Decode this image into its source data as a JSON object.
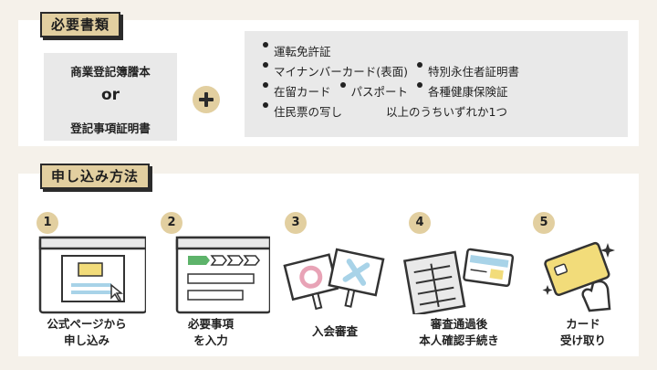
{
  "docs_section": {
    "title": "必要書類",
    "left": {
      "line1": "商業登記簿謄本",
      "or": "or",
      "line2": "登記事項証明書"
    },
    "right_rows": [
      {
        "items": [
          "運転免許証"
        ]
      },
      {
        "items": [
          "マイナンバーカード(表面)",
          "特別永住者証明書"
        ]
      },
      {
        "items": [
          "在留カード",
          "パスポート",
          "各種健康保険証"
        ]
      },
      {
        "items": [
          "住民票の写し"
        ],
        "note": "以上のうちいずれか1つ"
      }
    ]
  },
  "method_section": {
    "title": "申し込み方法",
    "steps": [
      {
        "num": "1",
        "line1": "公式ページから",
        "line2": "申し込み"
      },
      {
        "num": "2",
        "line1": "必要事項",
        "line2": "を入力"
      },
      {
        "num": "3",
        "line1": "入会審査",
        "line2": ""
      },
      {
        "num": "4",
        "line1": "審査通過後",
        "line2": "本人確認手続き"
      },
      {
        "num": "5",
        "line1": "カード",
        "line2": "受け取り"
      }
    ]
  },
  "colors": {
    "accent": "#e2cfa0",
    "blue": "#a8d3e8",
    "green": "#5db36a",
    "yellow": "#f2dc7a",
    "pink": "#e8a3b6"
  }
}
